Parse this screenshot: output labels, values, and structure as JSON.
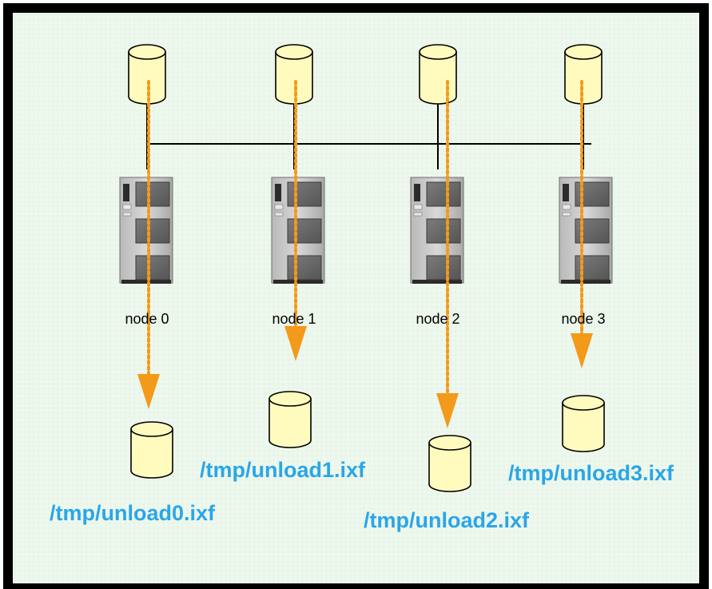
{
  "colors": {
    "background": "#eef8ee",
    "frame": "#000000",
    "disk_fill": "#fffbbf",
    "disk_stroke": "#000000",
    "arrow": "#f39a1a",
    "file_label": "#2aa6e8",
    "network_line": "#000000"
  },
  "icons": {
    "source_disk": "database-cylinder-icon",
    "server": "server-tower-icon",
    "output_disk": "file-cylinder-icon",
    "arrow": "dotted-arrow-down-icon"
  },
  "nodes": [
    {
      "label": "node 0",
      "file": "/tmp/unload0.ixf"
    },
    {
      "label": "node 1",
      "file": "/tmp/unload1.ixf"
    },
    {
      "label": "node 2",
      "file": "/tmp/unload2.ixf"
    },
    {
      "label": "node 3",
      "file": "/tmp/unload3.ixf"
    }
  ]
}
